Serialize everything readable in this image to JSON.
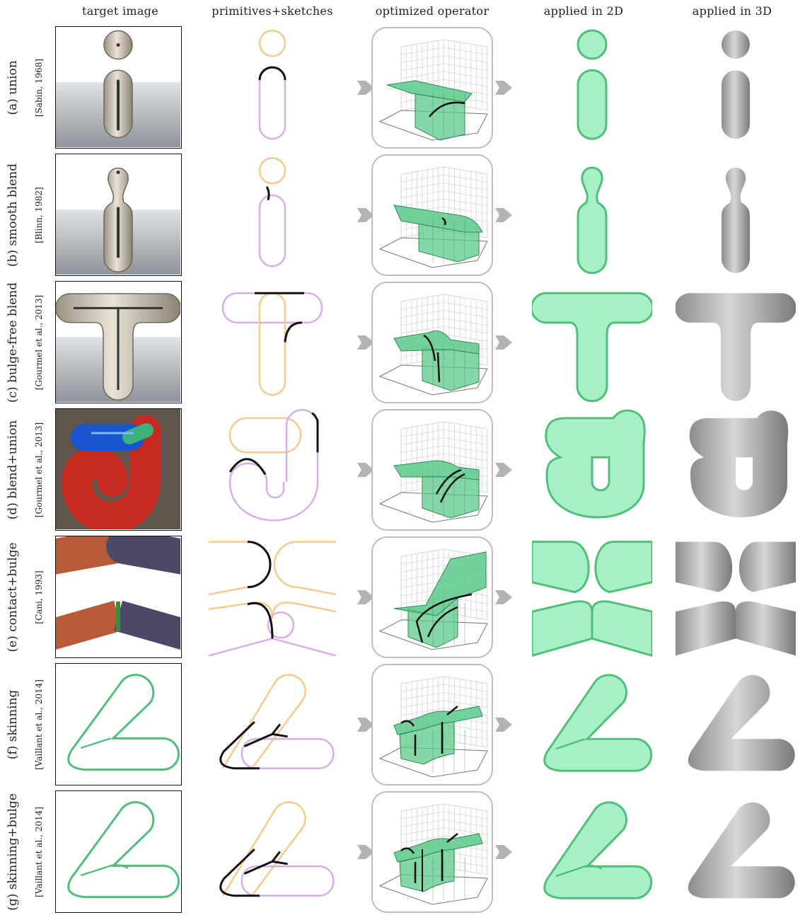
{
  "columns": [
    "target image",
    "primitives+sketches",
    "optimized operator",
    "applied in 2D",
    "applied in 3D"
  ],
  "rows": [
    {
      "id": "a",
      "label": "(a) union",
      "cite": "[Sabin, 1968]"
    },
    {
      "id": "b",
      "label": "(b) smooth blend",
      "cite": "[Blinn, 1982]"
    },
    {
      "id": "c",
      "label": "(c) bulge-free blend",
      "cite": "[Gourmel et al., 2013]"
    },
    {
      "id": "d",
      "label": "(d) blend+union",
      "cite": "[Gourmel et al., 2013]"
    },
    {
      "id": "e",
      "label": "(e) contact+bulge",
      "cite": "[Cani, 1993]"
    },
    {
      "id": "f",
      "label": "(f) skinning",
      "cite": "[Vaillant et al., 2014]"
    },
    {
      "id": "g",
      "label": "(g) skinning+bulge",
      "cite": "[Vaillant et al., 2014]"
    }
  ],
  "colors": {
    "green_fill": "#a7f0c6",
    "green_stroke": "#4fbf7a",
    "orange": "#f7c98c",
    "purple": "#d9aee8",
    "sketch": "#111111",
    "arrow": "#b3b3b3",
    "frame": "#bdbdbd",
    "grid": "#d6d6d6",
    "surface": "#5cc98a"
  }
}
